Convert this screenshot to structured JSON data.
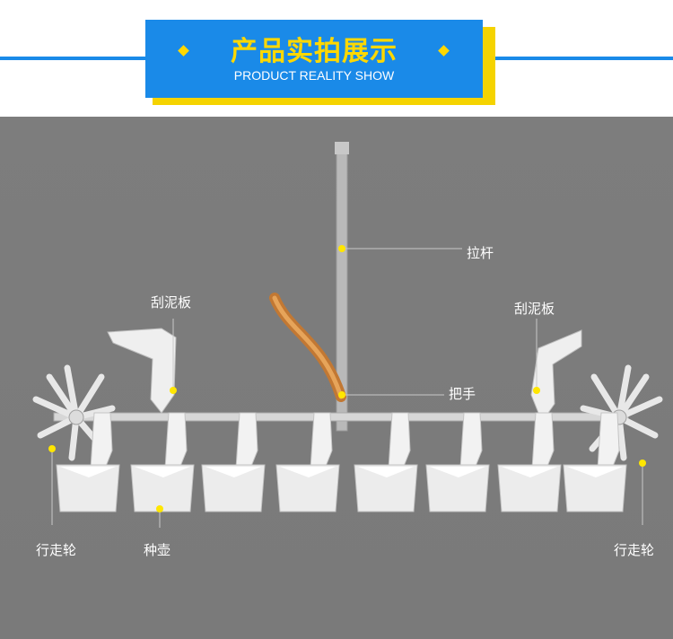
{
  "header": {
    "title": "产品实拍展示",
    "subtitle": "PRODUCT REALITY SHOW",
    "colors": {
      "banner": "#1a8ae8",
      "title": "#ffd800",
      "accent_shadow": "#f5d300",
      "line": "#1a8ae8"
    }
  },
  "photo": {
    "background": "#7b7b7b",
    "labels": {
      "pull_rod": "拉杆",
      "scraper_left": "刮泥板",
      "scraper_right": "刮泥板",
      "handle": "把手",
      "wheel_left": "行走轮",
      "seed_pot": "种壶",
      "wheel_right": "行走轮"
    },
    "marker_color": "#ffe600"
  }
}
